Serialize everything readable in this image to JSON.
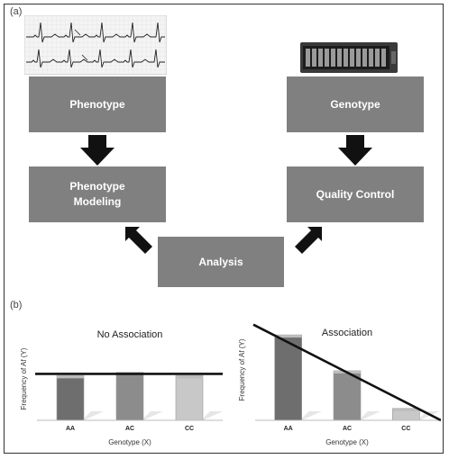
{
  "panel_a": {
    "label": "(a)",
    "boxes": {
      "phenotype": "Phenotype",
      "genotype": "Genotype",
      "phenotype_modeling_line1": "Phenotype",
      "phenotype_modeling_line2": "Modeling",
      "quality_control": "Quality Control",
      "analysis": "Analysis"
    }
  },
  "panel_b": {
    "label": "(b)"
  },
  "chart_data": [
    {
      "type": "bar",
      "title": "No Association",
      "xlabel": "Genotype (X)",
      "ylabel": "Frequency of Af (Y)",
      "categories": [
        "AA",
        "AC",
        "CC"
      ],
      "values": [
        54,
        58,
        54
      ],
      "ylim": [
        0,
        100
      ],
      "trend_line": {
        "from": 56,
        "to": 56
      },
      "colors": [
        "#6e6e6e",
        "#8c8c8c",
        "#c8c8c8"
      ]
    },
    {
      "type": "bar",
      "title": "Association",
      "xlabel": "Genotype (X)",
      "ylabel": "Frequency of Af (Y)",
      "categories": [
        "AA",
        "AC",
        "CC"
      ],
      "values": [
        100,
        58,
        14
      ],
      "ylim": [
        0,
        118
      ],
      "trend_line": {
        "from": 112,
        "to": 0
      },
      "colors": [
        "#6e6e6e",
        "#8c8c8c",
        "#c8c8c8"
      ]
    }
  ]
}
